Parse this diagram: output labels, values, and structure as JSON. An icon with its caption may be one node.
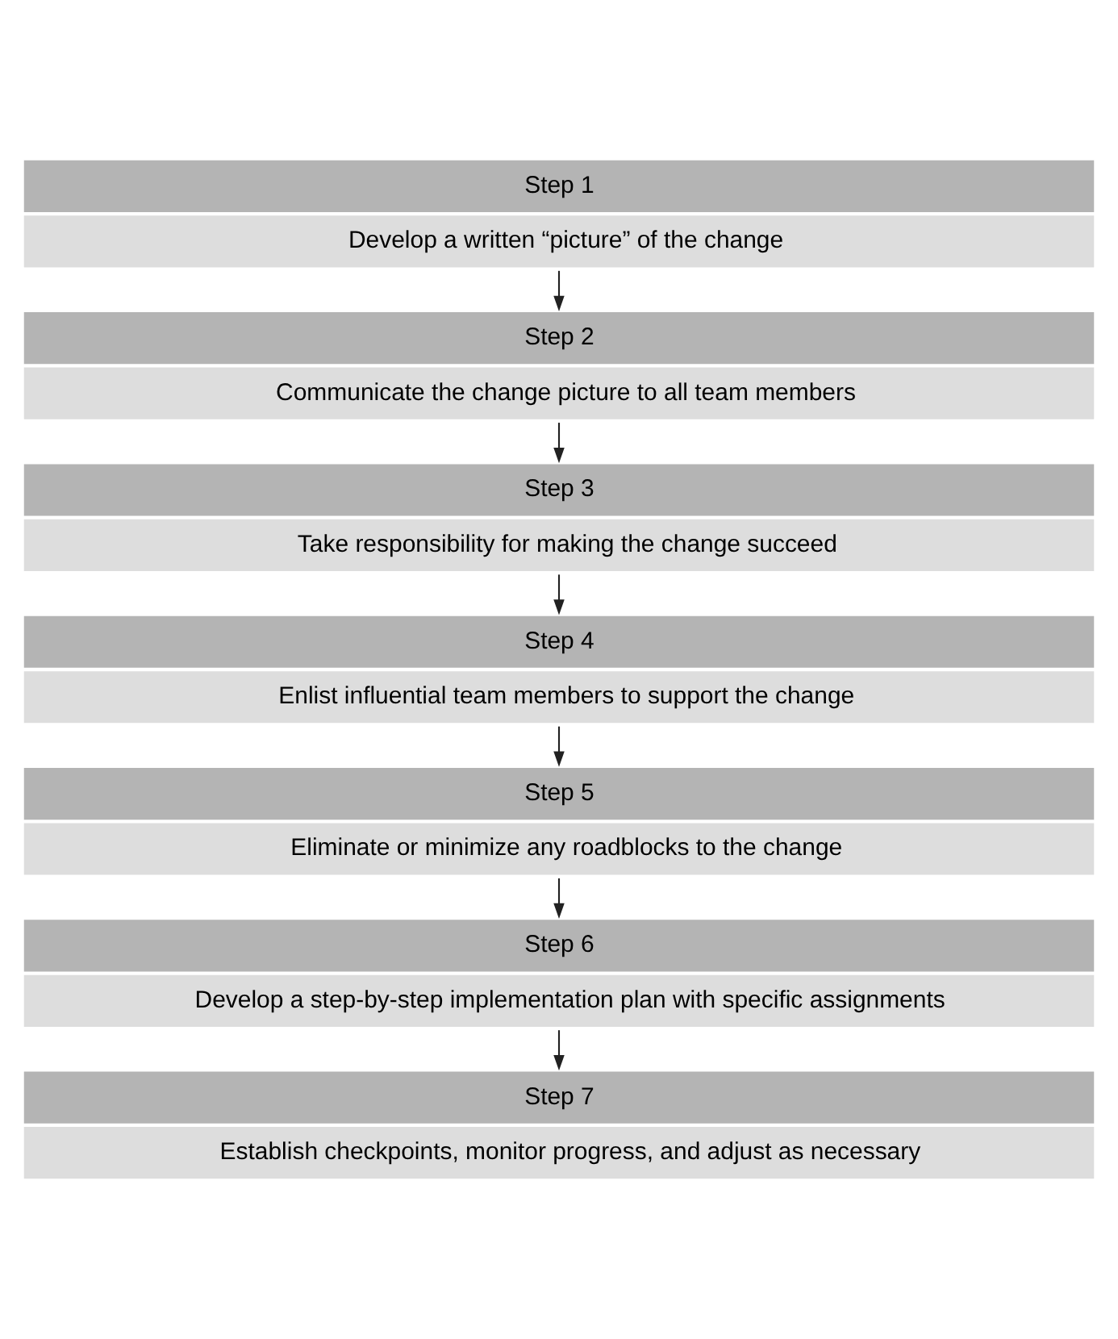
{
  "diagram": {
    "nodes": [
      {
        "text": [
          "Step 1",
          "Develop a written “picture” of the change"
        ]
      },
      {
        "text": [
          "Step 2",
          "Communicate the change picture to all team members"
        ]
      },
      {
        "text": [
          "Step 3",
          "Take responsibility for making the change succeed"
        ]
      },
      {
        "text": [
          "Step 4",
          "Enlist influential team members to support the change"
        ]
      },
      {
        "text": [
          "Step 5",
          "Eliminate or minimize any roadblocks to the change"
        ]
      },
      {
        "text": [
          "Step 6",
          "Develop a step-by-step implementation plan with specific assignments"
        ]
      },
      {
        "text": [
          "Step 7",
          "Establish checkpoints, monitor progress, and adjust as necessary"
        ]
      }
    ],
    "edges": [
      {
        "from": 0,
        "to": 1,
        "arrow": "to"
      },
      {
        "from": 1,
        "to": 2,
        "arrow": "to"
      },
      {
        "from": 2,
        "to": 3,
        "arrow": "to"
      },
      {
        "from": 3,
        "to": 4,
        "arrow": "to"
      },
      {
        "from": 4,
        "to": 5,
        "arrow": "to"
      },
      {
        "from": 5,
        "to": 6,
        "arrow": "to"
      }
    ]
  }
}
